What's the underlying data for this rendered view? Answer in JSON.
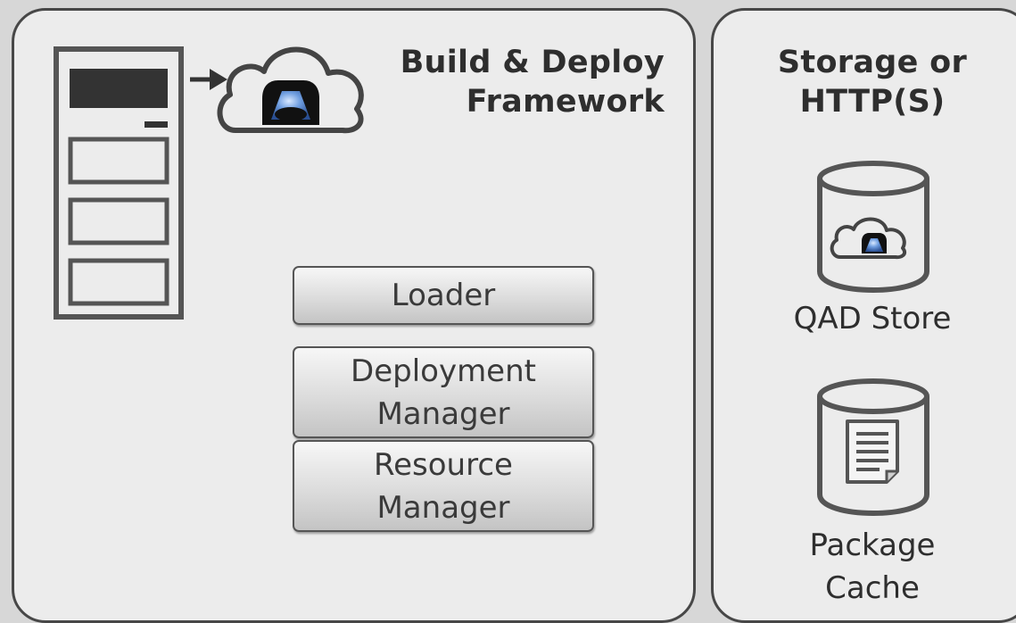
{
  "framework_panel": {
    "title": "Build & Deploy\nFramework",
    "components": {
      "loader": "Loader",
      "deployment_manager": "Deployment\nManager",
      "resource_manager": "Resource\nManager"
    }
  },
  "storage_panel": {
    "title": "Storage or\nHTTP(S)",
    "qad_store": "QAD Store",
    "package_cache": "Package\nCache"
  },
  "icons": [
    "server-rack-icon",
    "arrow-right-icon",
    "cloud-app-icon",
    "database-cloud-icon",
    "database-document-icon"
  ]
}
